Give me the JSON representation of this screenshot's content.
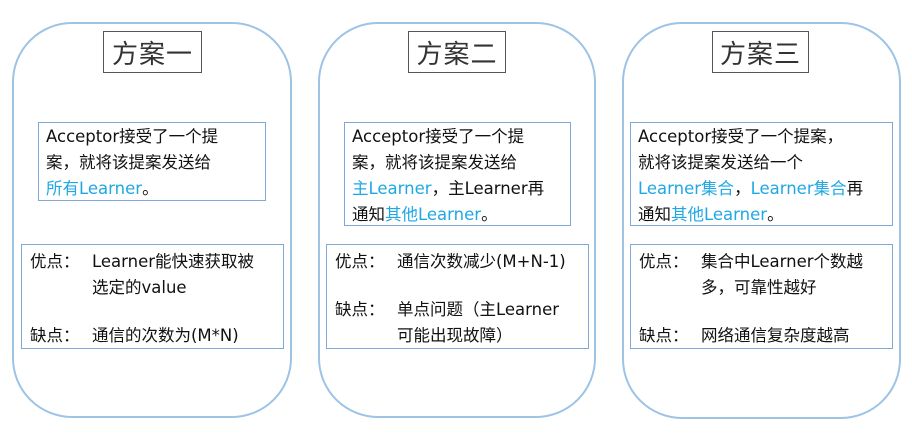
{
  "colors": {
    "panel_border": "#9dc3e6",
    "box_border": "#7fa8d6",
    "highlight": "#1fa8e3",
    "title_border": "#555555"
  },
  "schemes": [
    {
      "title": "方案一",
      "description": [
        {
          "text": "Acceptor接受了一个提",
          "hl": false
        },
        {
          "text": "案，就将该提案发送给",
          "hl": false
        },
        {
          "text": "所有Learner",
          "hl": true
        },
        {
          "text": "。",
          "hl": false
        }
      ],
      "pros_label": "优点：",
      "pros_lines": [
        "Learner能快速获取被",
        "选定的value"
      ],
      "cons_label": "缺点：",
      "cons_lines": [
        "通信的次数为(M*N)"
      ]
    },
    {
      "title": "方案二",
      "description": [
        {
          "text": "Acceptor接受了一个提",
          "hl": false
        },
        {
          "text": "案，就将该提案发送给",
          "hl": false
        },
        {
          "text": "主Learner",
          "hl": true
        },
        {
          "text": "，主Learner再",
          "hl": false
        },
        {
          "text": "通知",
          "hl": false
        },
        {
          "text": "其他Learner",
          "hl": true
        },
        {
          "text": "。",
          "hl": false
        }
      ],
      "pros_label": "优点：",
      "pros_lines": [
        "通信次数减少(M+N-1)"
      ],
      "cons_label": "缺点：",
      "cons_lines": [
        "单点问题（主Learner",
        "可能出现故障）"
      ]
    },
    {
      "title": "方案三",
      "description": [
        {
          "text": "Acceptor接受了一个提案，",
          "hl": false
        },
        {
          "text": "就将该提案发送给一个",
          "hl": false
        },
        {
          "text": "Learner集合",
          "hl": true
        },
        {
          "text": "，",
          "hl": false
        },
        {
          "text": "Learner集合",
          "hl": true
        },
        {
          "text": "再",
          "hl": false
        },
        {
          "text": "通知",
          "hl": false
        },
        {
          "text": "其他Learner",
          "hl": true
        },
        {
          "text": "。",
          "hl": false
        }
      ],
      "pros_label": "优点：",
      "pros_lines": [
        "集合中Learner个数越",
        "多，可靠性越好"
      ],
      "cons_label": "缺点：",
      "cons_lines": [
        "网络通信复杂度越高"
      ]
    }
  ]
}
